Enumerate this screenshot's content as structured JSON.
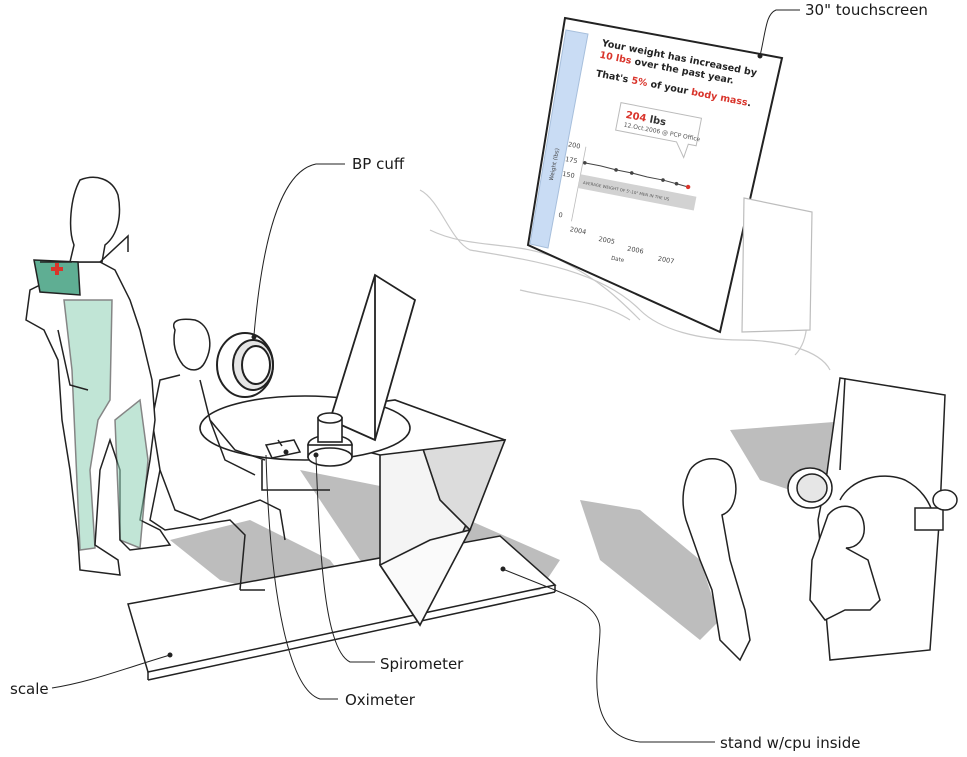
{
  "callouts": {
    "touchscreen": "30\" touchscreen",
    "bp_cuff": "BP cuff",
    "scale": "scale",
    "spirometer": "Spirometer",
    "oximeter": "Oximeter",
    "stand": "stand w/cpu inside"
  },
  "screen": {
    "line1": "Your weight has increased by",
    "line2_value": "10 lbs",
    "line2_rest": " over the past year.",
    "line3_pre": "That's ",
    "line3_value": "5%",
    "line3_mid": " of your ",
    "line3_term": "body mass",
    "line3_end": ".",
    "tooltip_value": "204",
    "tooltip_unit": " lbs",
    "tooltip_sub": "12.Oct.2006 @ PCP Office",
    "band_label": "AVERAGE WEIGHT OF 5'-10\" MEN IN THE US",
    "ylabel": "Weight (lbs)",
    "xlabel": "Date",
    "yticks": [
      "200",
      "175",
      "150",
      "0"
    ],
    "xticks": [
      "2004",
      "2005",
      "2006",
      "2007"
    ]
  },
  "colors": {
    "highlight": "#d9342b",
    "scrub_green": "#5fae93",
    "screen_blue": "#c9dcf4",
    "shadow": "#bdbdbd"
  },
  "icons": [
    "red-cross-icon"
  ]
}
